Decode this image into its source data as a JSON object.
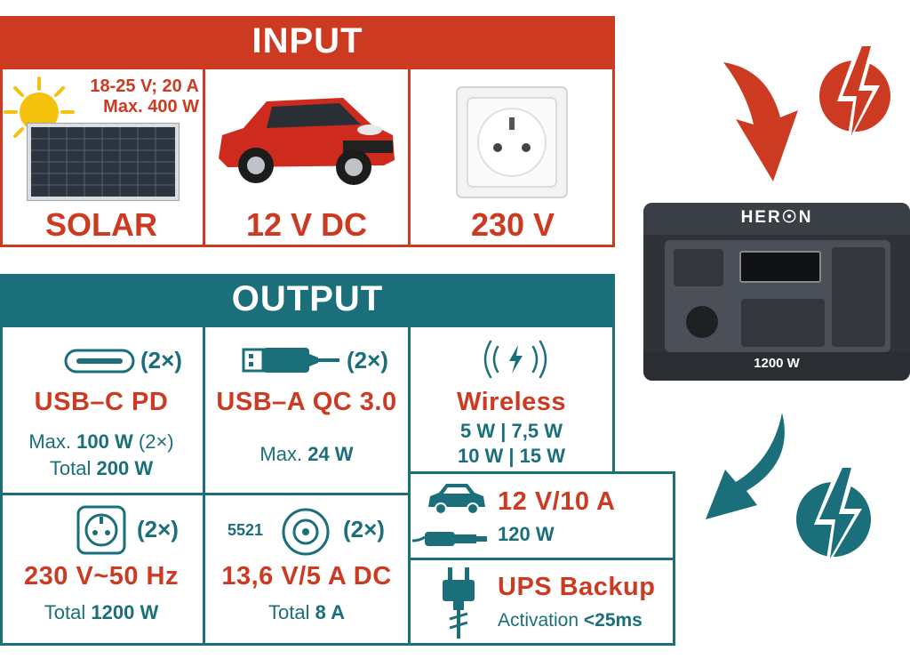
{
  "input": {
    "header": "INPUT",
    "solar": {
      "spec1": "18-25 V; 20 A",
      "spec2": "Max. 400 W",
      "label": "SOLAR"
    },
    "car": {
      "label": "12 V DC"
    },
    "socket": {
      "label": "230 V"
    }
  },
  "output": {
    "header": "OUTPUT",
    "usbc": {
      "count": "(2×)",
      "title": "USB–C PD",
      "line1_a": "Max.",
      "line1_b": "100 W",
      "line1_c": "(2×)",
      "line2_a": "Total",
      "line2_b": "200 W"
    },
    "usba": {
      "count": "(2×)",
      "title": "USB–A QC 3.0",
      "line1_a": "Max.",
      "line1_b": "24 W"
    },
    "wireless": {
      "title": "Wireless",
      "line1": "5 W | 7,5 W",
      "line2": "10 W | 15 W"
    },
    "ac": {
      "count": "(2×)",
      "title": "230 V~50 Hz",
      "line1_a": "Total",
      "line1_b": "1200 W"
    },
    "dc5521": {
      "tag": "5521",
      "count": "(2×)",
      "title": "13,6 V/5 A DC",
      "line1_a": "Total",
      "line1_b": "8 A"
    },
    "car12v": {
      "title": "12 V/10 A",
      "line1": "120 W"
    },
    "ups": {
      "title": "UPS Backup",
      "line1_a": "Activation",
      "line1_b": "<25ms"
    }
  },
  "device": {
    "brand": "HER☉N",
    "power": "1200 W"
  },
  "colors": {
    "red": "#cd3a22",
    "teal": "#1a6f7a",
    "yellow": "#f4c20d"
  }
}
